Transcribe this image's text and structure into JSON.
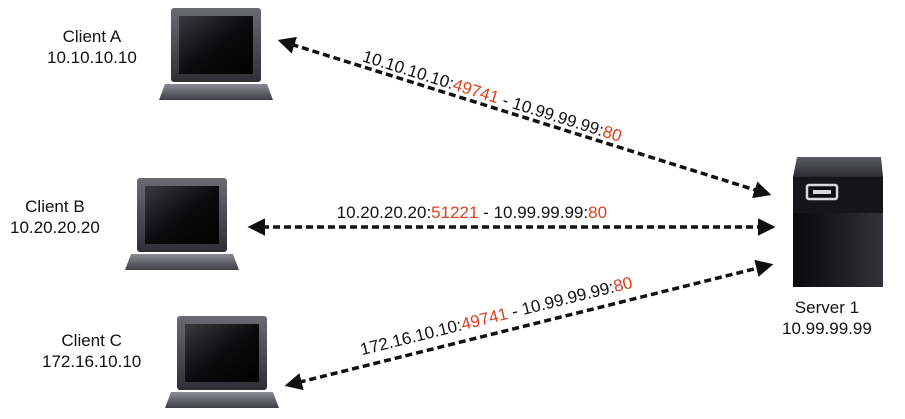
{
  "nodes": {
    "client_a": {
      "name": "Client A",
      "ip": "10.10.10.10"
    },
    "client_b": {
      "name": "Client B",
      "ip": "10.20.20.20"
    },
    "client_c": {
      "name": "Client C",
      "ip": "172.16.10.10"
    },
    "server_1": {
      "name": "Server 1",
      "ip": "10.99.99.99"
    }
  },
  "connections": [
    {
      "src_ip": "10.10.10.10",
      "src_port": "49741",
      "separator": " - ",
      "dst_ip": "10.99.99.99",
      "dst_port": "80"
    },
    {
      "src_ip": "10.20.20.20",
      "src_port": "51221",
      "separator": " - ",
      "dst_ip": "10.99.99.99",
      "dst_port": "80"
    },
    {
      "src_ip": "172.16.10.10",
      "src_port": "49741",
      "separator": " - ",
      "dst_ip": "10.99.99.99",
      "dst_port": "80"
    }
  ],
  "colors": {
    "port": "#d9411e",
    "arrow": "#111111"
  },
  "icons": {
    "client_a": "laptop-icon",
    "client_b": "laptop-icon",
    "client_c": "laptop-icon",
    "server_1": "server-icon"
  }
}
